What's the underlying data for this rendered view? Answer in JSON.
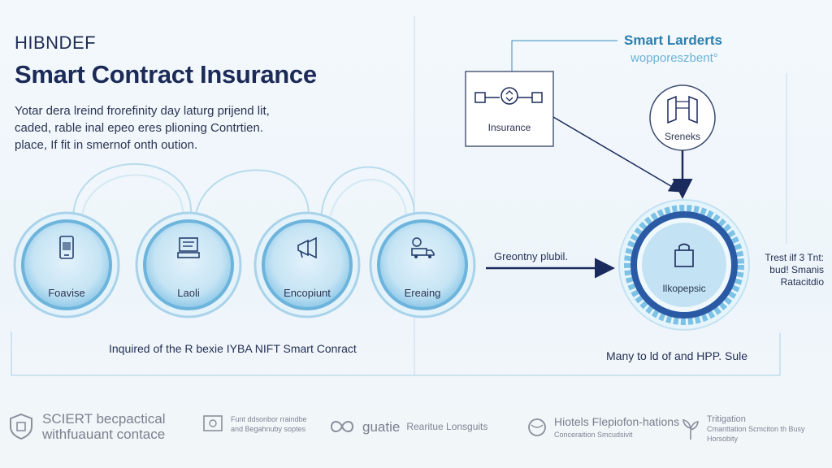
{
  "header": {
    "brand": "HIBNDEF",
    "title": "Smart Contract Insurance",
    "description": [
      "Yotar dera lreind frorefinity day laturg prijend lit,",
      "caded, rable inal epeo eres plioning Contrtien.",
      "place, If fit in smernof onth oution."
    ]
  },
  "flow": {
    "circles": [
      {
        "label": "Foavise",
        "icon": "mobile-device-icon"
      },
      {
        "label": "Laoli",
        "icon": "document-stack-icon"
      },
      {
        "label": "Encopiunt",
        "icon": "megaphone-icon"
      },
      {
        "label": "Ereaing",
        "icon": "truck-route-icon"
      }
    ],
    "caption": "Inquired of the R bexie IYBA NIFT Smart Conract",
    "arrow_label": "Greontny plubil."
  },
  "right_panel": {
    "title": "Smart Larderts",
    "subtitle": "wopporeszbent°",
    "insurance_box": {
      "label": "Insurance",
      "icon": "insurance-icon"
    },
    "sreneks_circle": {
      "label": "Sreneks",
      "icon": "gate-icon"
    },
    "main_circle": {
      "label": "Ilkopepsic",
      "icon": "shopping-bag-icon"
    },
    "side_text": [
      "Trest ilf 3 Tnt:",
      "bud! Smanis",
      "Ratacitdio"
    ],
    "caption": "Many to ld of and HPP. Sule"
  },
  "footer": [
    {
      "icon": "shield-icon",
      "main": [
        "SCIERT becpactical",
        "withfuauant contace"
      ],
      "small": []
    },
    {
      "icon": "certificate-icon",
      "main": [],
      "small": [
        "Funt ddsonbor rraindbe",
        "and Begahnuby soptes"
      ]
    },
    {
      "icon": "infinity-icon",
      "main": [
        "guatie"
      ],
      "small": [
        "Rearitue Lonsguits"
      ]
    },
    {
      "icon": "globe-icon",
      "main": [
        "Hiotels Flepiofon-hations"
      ],
      "small": [
        "Conceraition Smcudsivit"
      ]
    },
    {
      "icon": "leaf-icon",
      "main": [],
      "small": [
        "Tritigation",
        "Cmanttation Scmciton th Busy",
        "Horsobity"
      ]
    }
  ],
  "colors": {
    "ring_outer": "#9fd0ea",
    "ring_inner": "#5aa9d6",
    "circle_fill": "#cfe8f6",
    "navy": "#1b2a5c",
    "accent_blue": "#2a7fb0"
  }
}
